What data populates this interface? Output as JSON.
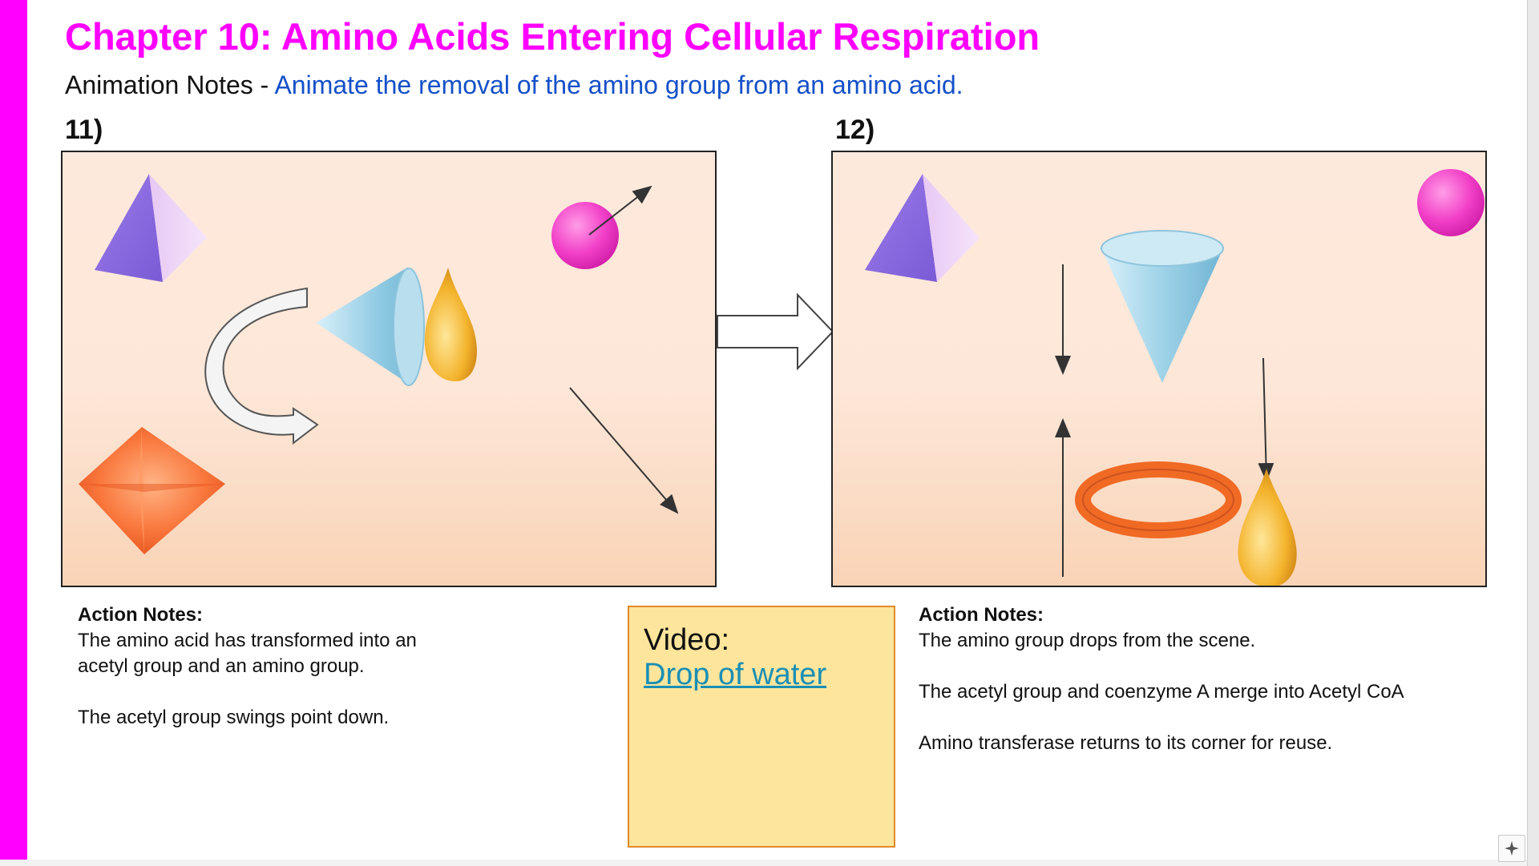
{
  "slide": {
    "title": "Chapter 10: Amino Acids Entering Cellular Respiration",
    "subtitle_prefix": "Animation Notes - ",
    "subtitle_text": "Animate the removal of the amino group from an amino acid."
  },
  "panels": {
    "left_number": "11)",
    "right_number": "12)"
  },
  "notes_left": {
    "heading": "Action Notes:",
    "line1": "The amino acid has transformed into an",
    "line2": "acetyl group and an amino group.",
    "line3": "The acetyl group swings point down."
  },
  "notes_right": {
    "heading": "Action Notes:",
    "line1": "The amino group drops from the scene.",
    "line2": "The acetyl group and coenzyme A merge into Acetyl CoA",
    "line3": "Amino transferase returns to its corner for reuse."
  },
  "video": {
    "label": "Video:",
    "link_text": "Drop of water"
  },
  "colors": {
    "accent_magenta": "#ff00ff",
    "subtitle_blue": "#1450c8",
    "link_teal": "#1a8fb5",
    "sticky_fill": "#fde59c",
    "sticky_border": "#e08a2b"
  }
}
